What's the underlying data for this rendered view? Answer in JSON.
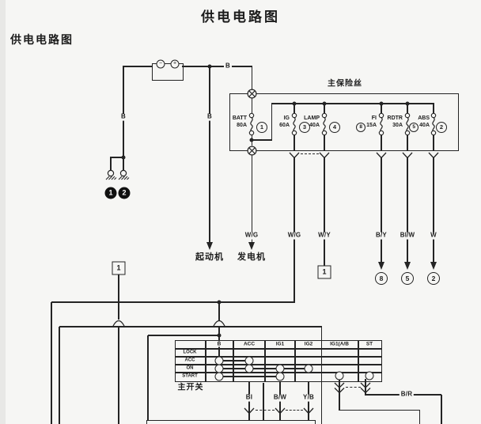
{
  "page": {
    "title": "供电电路图",
    "subtitle": "供电电路图"
  },
  "colors": {
    "ink": "#242424",
    "paper": "#f6f6f4"
  },
  "battery": {
    "neg_terminal": "−",
    "pos_terminal": "+"
  },
  "wire_labels": {
    "battery_left": "B",
    "battery_feed": "B",
    "starter_branch": "B",
    "alternator": "W/G",
    "ig": "W/G",
    "lamp": "W/Y",
    "fi": "B/Y",
    "rdtr": "BI/W",
    "abs": "W",
    "acc_out": "BI",
    "ig1_out": "B/W",
    "ig2_out": "Y/B",
    "st_out": "B/R"
  },
  "fuse_box": {
    "label": "主保险丝",
    "fuses": [
      {
        "name": "BATT",
        "amp": "80A",
        "ref": "1"
      },
      {
        "name": "IG",
        "amp": "60A",
        "ref": "3"
      },
      {
        "name": "LAMP",
        "amp": "40A",
        "ref": "4"
      },
      {
        "name": "FI",
        "amp": "15A",
        "ref": "8"
      },
      {
        "name": "RDTR",
        "amp": "30A"
      },
      {
        "name": "ABS",
        "amp": "40A",
        "ref": "5",
        "ref2": "2"
      }
    ]
  },
  "grounds": {
    "g1": "1",
    "g2": "2"
  },
  "connectors": {
    "box_ref_left": "1",
    "box_ref_right": "1",
    "fi_out": "8",
    "rdtr_out": "5",
    "abs_out": "2"
  },
  "components": {
    "starter": "起动机",
    "alternator": "发电机",
    "main_switch": "主开关"
  },
  "switch_table": {
    "columns": [
      "B",
      "ACC",
      "IG1",
      "IG2",
      "IG1(A/B",
      "ST"
    ],
    "rows": [
      "LOCK",
      "ACC",
      "ON",
      "START"
    ]
  }
}
